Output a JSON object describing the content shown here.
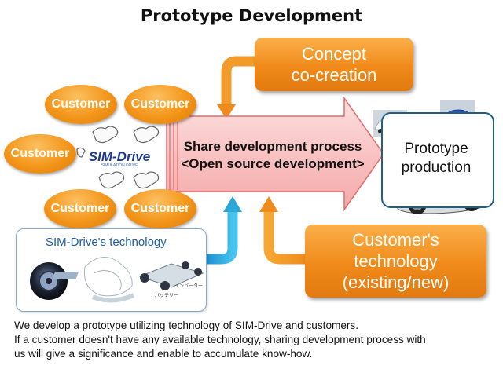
{
  "title": "Prototype Development",
  "concept_box": {
    "line1": "Concept",
    "line2": "co-creation"
  },
  "customers": [
    "Customer",
    "Customer",
    "Customer",
    "Customer",
    "Customer"
  ],
  "logo": {
    "text": "SIM-Drive",
    "tagline": "SIMULATION DRIVE"
  },
  "share_arrow": {
    "line1": "Share development process",
    "line2": "<Open source development>"
  },
  "prototype": {
    "line1": "Prototype",
    "line2": "production"
  },
  "tech_panel": {
    "label": "SIM-Drive's technology",
    "battery": "バッテリー",
    "inverter": "インバーター"
  },
  "customer_tech": {
    "line1": "Customer's",
    "line2": "technology",
    "line3": "(existing/new)"
  },
  "caption": [
    "We develop a prototype utilizing technology of SIM-Drive and customers.",
    "If a customer doesn't have any available technology, sharing development process with",
    "us will give a significance and enable to accumulate know-how."
  ],
  "colors": {
    "orange": "#f39519",
    "big_arrow_fill": "#f9c6c6",
    "big_arrow_stroke": "#e06a6a",
    "blue_arrow": "#2aa7d8",
    "box_border": "#1f5f8a"
  }
}
